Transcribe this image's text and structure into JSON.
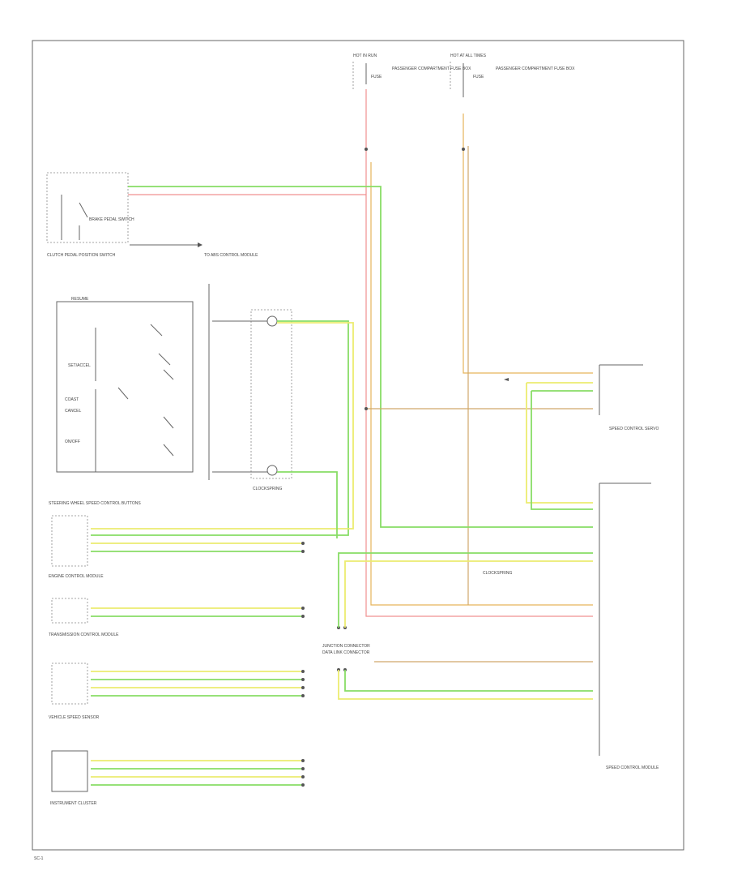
{
  "labels": {
    "hot_in_run": "HOT IN RUN",
    "hot_at_all_times": "HOT AT ALL TIMES",
    "fuse_left": "FUSE",
    "fuse_right": "FUSE",
    "left_panel_note": "PASSENGER COMPARTMENT FUSE BOX",
    "right_panel_note": "PASSENGER COMPARTMENT FUSE BOX",
    "brake_switch": "CLUTCH PEDAL POSITION SWITCH",
    "brake_pedal": "BRAKE PEDAL SWITCH",
    "to_abs": "TO ABS CONTROL MODULE",
    "clockspring": "CLOCKSPRING",
    "steering_buttons": "STEERING WHEEL SPEED CONTROL BUTTONS",
    "resume": "RESUME",
    "set_accel": "SET/ACCEL",
    "coast": "COAST",
    "cancel": "CANCEL",
    "on_off": "ON/OFF",
    "vss_title": "VEHICLE SPEED SENSOR",
    "engine_cm": "ENGINE CONTROL MODULE",
    "transmission_cm": "TRANSMISSION CONTROL MODULE",
    "instrument_cluster": "INSTRUMENT CLUSTER",
    "speed_control_servo": "SPEED CONTROL SERVO",
    "speed_control_module": "SPEED CONTROL MODULE",
    "junction": "JUNCTION CONNECTOR",
    "data_link": "DATA LINK CONNECTOR",
    "footer": "SC-1"
  },
  "wire_colors": {
    "yellow": "#ecec70",
    "green": "#88dd66",
    "orange": "#e6b35a",
    "red": "#f09090",
    "tan": "#d0a86a"
  }
}
